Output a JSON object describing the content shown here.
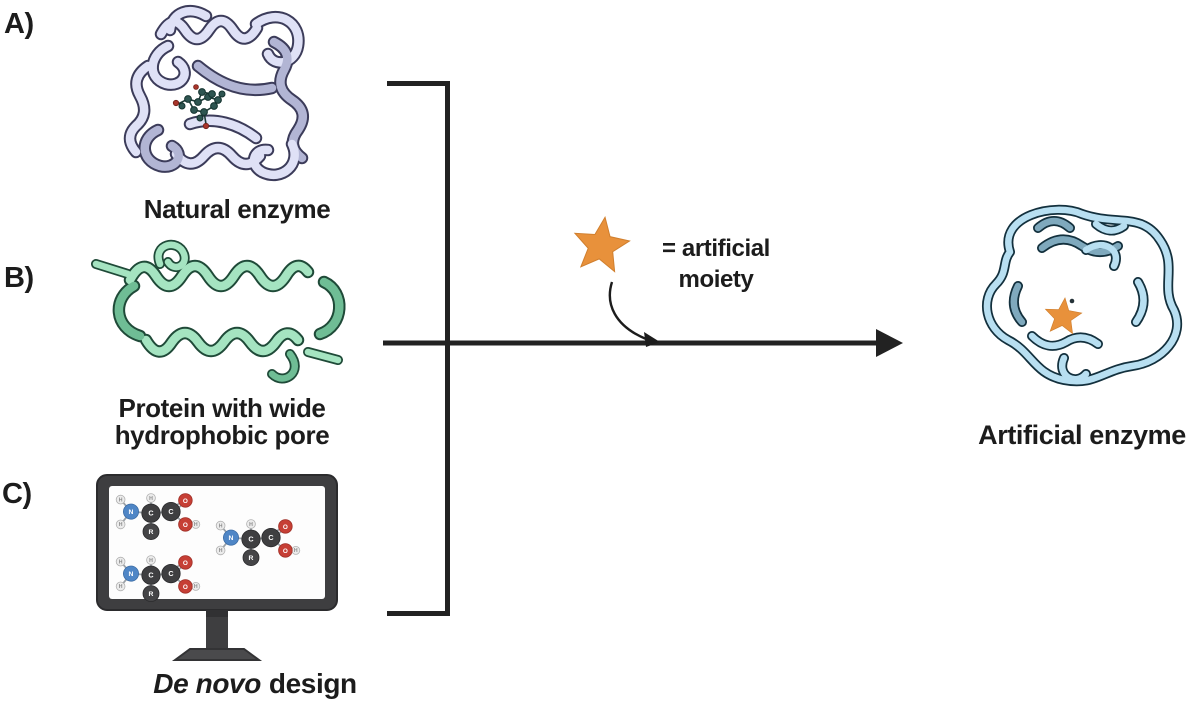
{
  "figure": {
    "section_a": {
      "label": "A)",
      "caption": "Natural enzyme"
    },
    "section_b": {
      "label": "B)",
      "caption_line1": "Protein with wide",
      "caption_line2": "hydrophobic pore"
    },
    "section_c": {
      "label": "C)",
      "caption_italic": "De novo",
      "caption_regular": "design"
    },
    "legend": {
      "line1": "= artificial",
      "line2": "moiety"
    },
    "result": {
      "caption": "Artificial enzyme"
    },
    "molecule_labels": {
      "hydrogen": "H",
      "nitrogen": "N",
      "carbon": "C",
      "r_group": "R",
      "oxygen": "O"
    },
    "colors": {
      "star": "#E8913B",
      "line": "#222222",
      "protein_a": "#DFE1F6",
      "protein_b": "#A5E4C1",
      "artificial_enzyme": "#B8DFF1",
      "monitor_frame": "#3E3E40",
      "nitrogen": "#4F86C6",
      "oxygen": "#C63F35",
      "carbon": "#3F3F41",
      "hydrogen": "#ECECEC"
    }
  }
}
